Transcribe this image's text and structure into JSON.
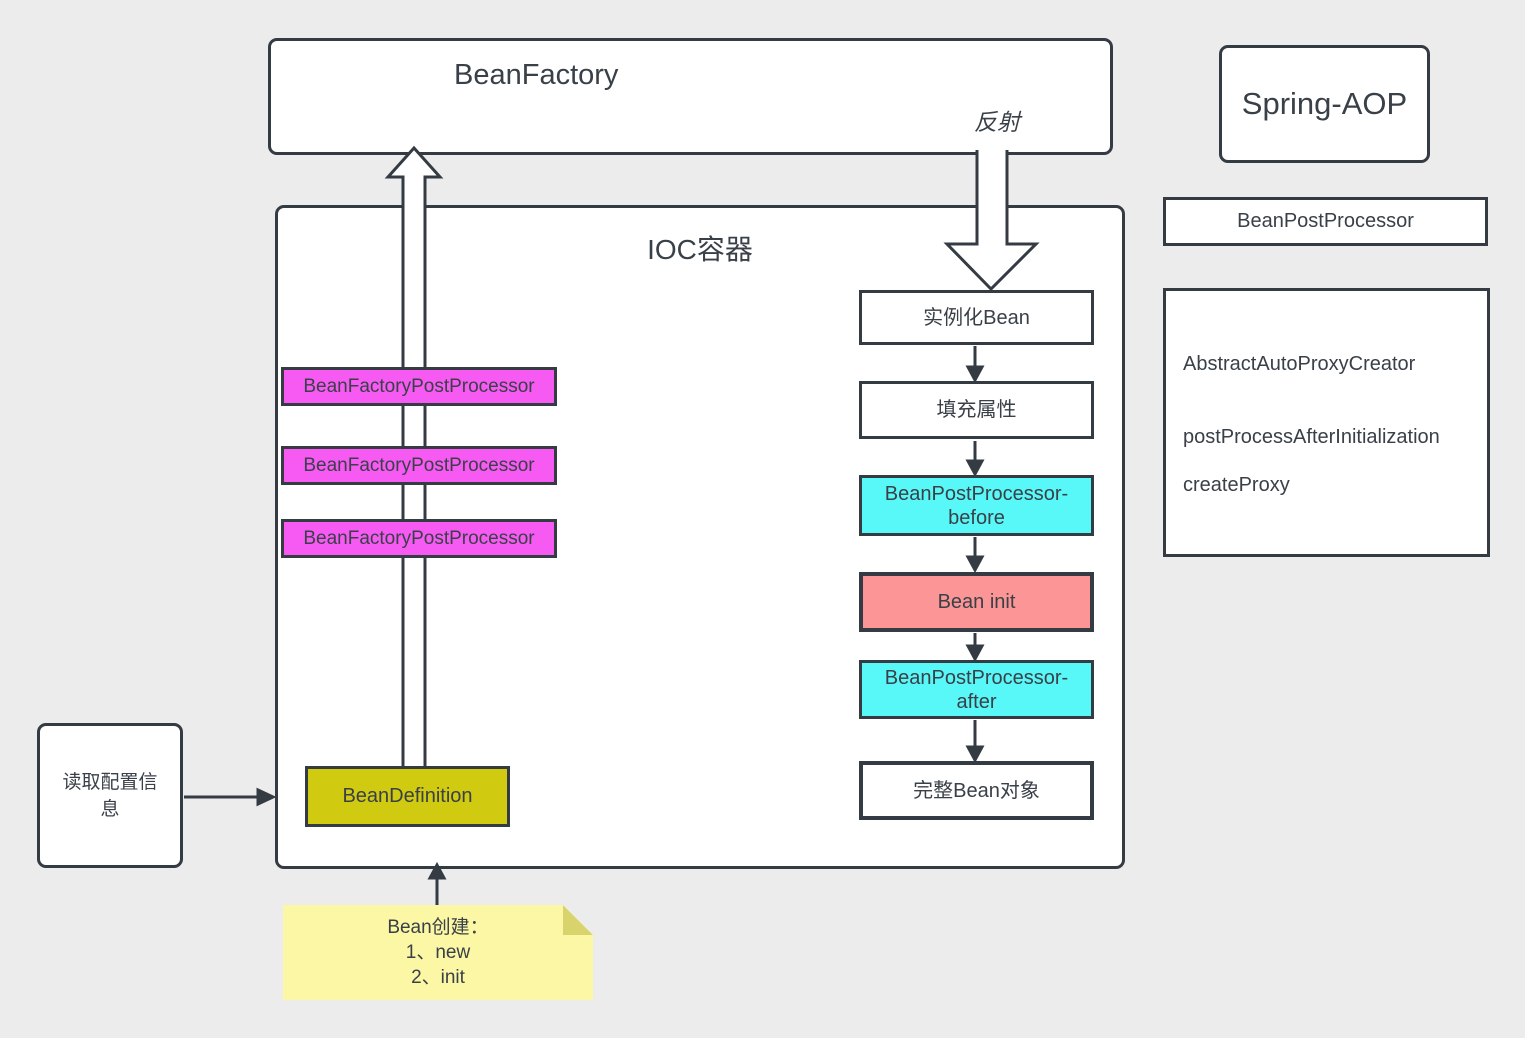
{
  "bean_factory": {
    "title": "BeanFactory",
    "reflection_label": "反射"
  },
  "spring_aop": {
    "title": "Spring-AOP"
  },
  "bean_post_processor_label": "BeanPostProcessor",
  "aop_detail_box": {
    "line1": "AbstractAutoProxyCreator",
    "line2": "postProcessAfterInitialization",
    "line3": "createProxy"
  },
  "ioc_container": {
    "title": "IOC容器",
    "bean_factory_post_processors": [
      "BeanFactoryPostProcessor",
      "BeanFactoryPostProcessor",
      "BeanFactoryPostProcessor"
    ],
    "bean_definition_label": "BeanDefinition",
    "lifecycle_steps": [
      "实例化Bean",
      "填充属性",
      "BeanPostProcessor-before",
      "Bean init",
      "BeanPostProcessor-after",
      "完整Bean对象"
    ]
  },
  "read_config_label": "读取配置信息",
  "sticky_note": {
    "lines": [
      "Bean创建：",
      "1、new",
      "2、init"
    ]
  },
  "colors": {
    "background": "#ececec",
    "stroke": "#343b43",
    "magenta": "#f75af3",
    "cyan": "#58f8f8",
    "salmon": "#fc9595",
    "olive": "#d0ca10",
    "note_fill": "#fbf7a5",
    "note_fold": "#d8d36a"
  }
}
